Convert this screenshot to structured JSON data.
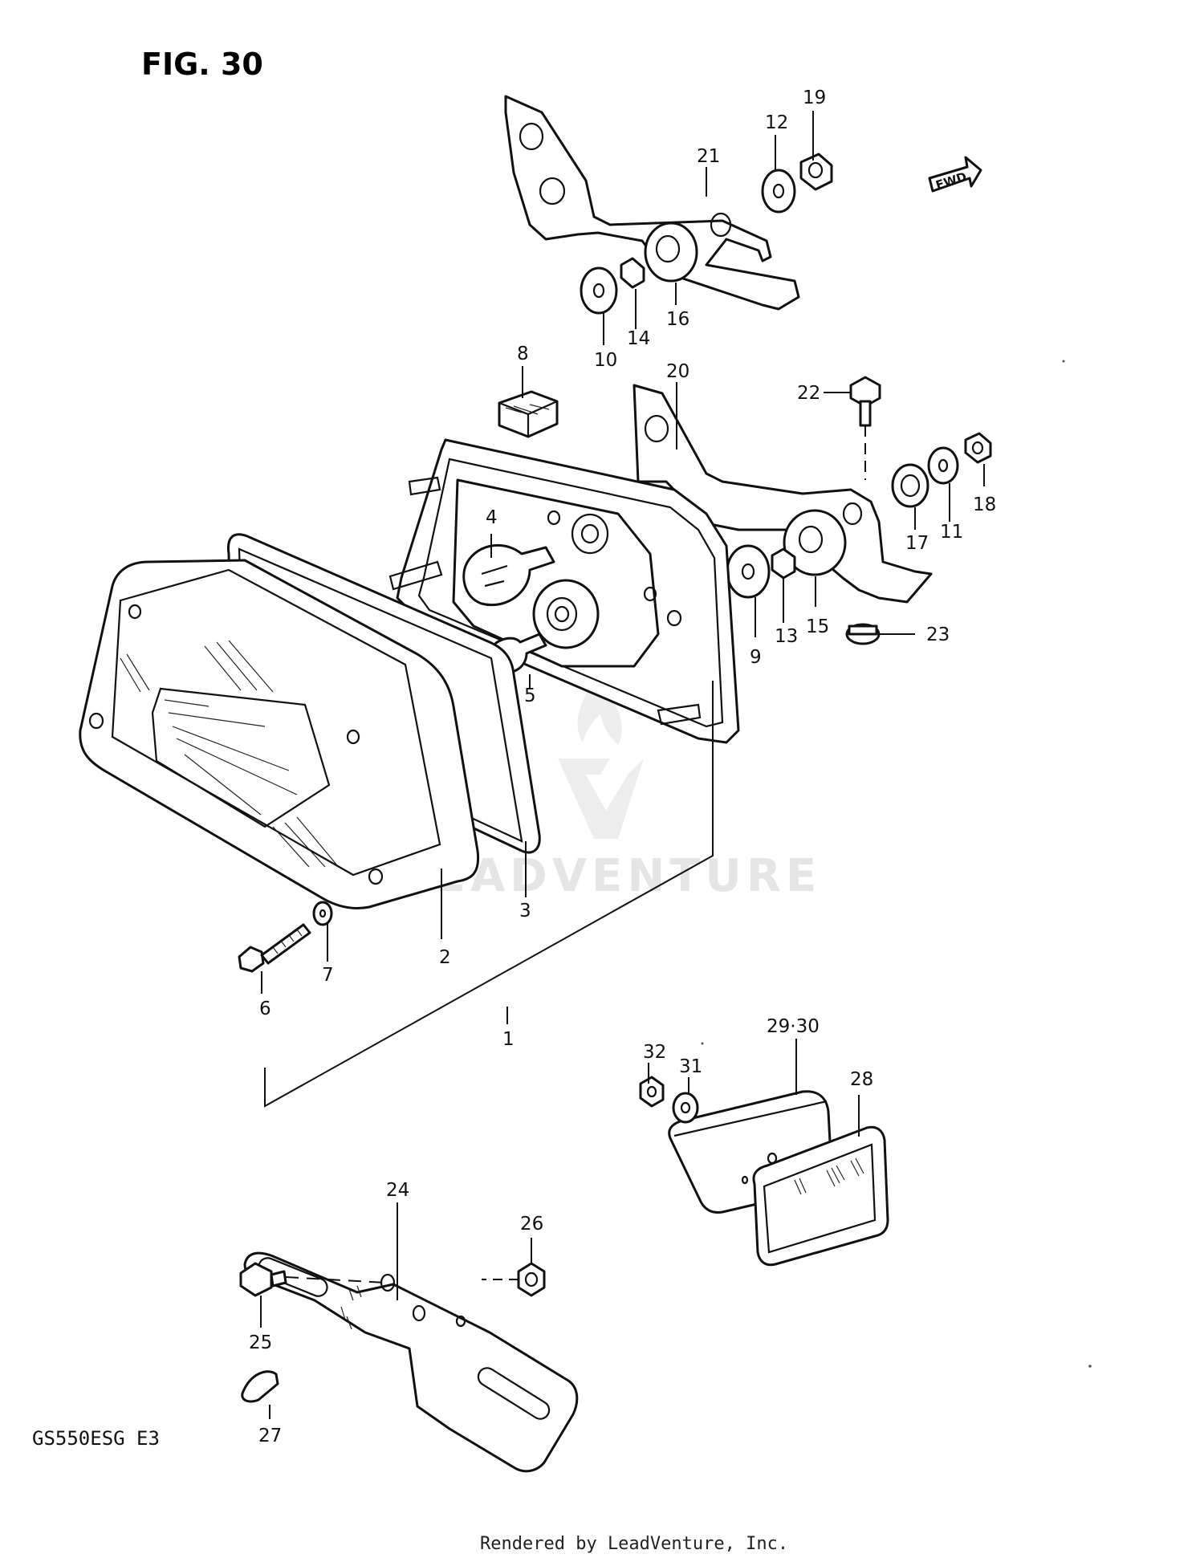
{
  "figure": {
    "title": "FIG. 30",
    "model_code": "GS550ESG  E3",
    "footer": "Rendered by LeadVenture, Inc.",
    "watermark": "LEADVENTURE",
    "direction_marker": "FWD"
  },
  "callouts": {
    "c1": "1",
    "c2": "2",
    "c3": "3",
    "c4": "4",
    "c5": "5",
    "c6": "6",
    "c7": "7",
    "c8": "8",
    "c9": "9",
    "c10": "10",
    "c11": "11",
    "c12": "12",
    "c13": "13",
    "c14": "14",
    "c15": "15",
    "c16": "16",
    "c17": "17",
    "c18": "18",
    "c19": "19",
    "c20": "20",
    "c21": "21",
    "c22": "22",
    "c23": "23",
    "c24": "24",
    "c25": "25",
    "c26": "26",
    "c27": "27",
    "c28": "28",
    "c29_30": "29·30",
    "c31": "31",
    "c32": "32"
  }
}
